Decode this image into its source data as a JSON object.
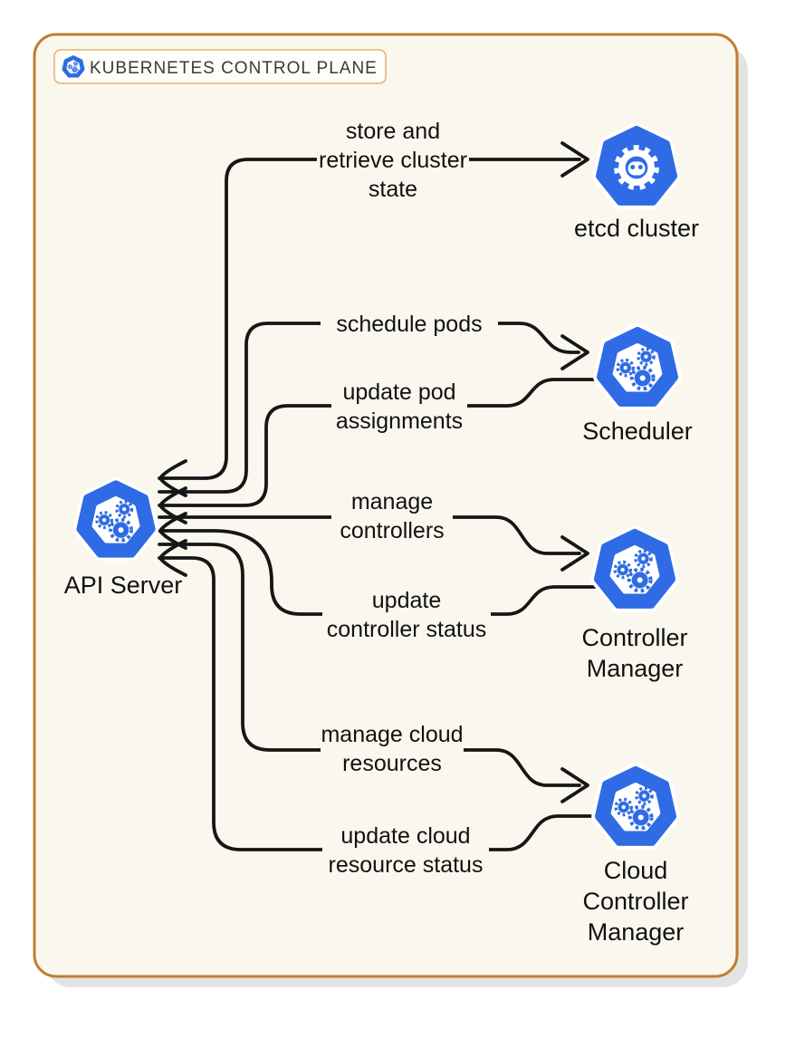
{
  "title_badge": {
    "label": "KUBERNETES CONTROL PLANE"
  },
  "nodes": {
    "api_server": {
      "label": "API Server"
    },
    "etcd": {
      "label": "etcd cluster"
    },
    "scheduler": {
      "label": "Scheduler"
    },
    "controller_manager": {
      "line1": "Controller",
      "line2": "Manager"
    },
    "cloud_controller_manager": {
      "line1": "Cloud",
      "line2": "Controller",
      "line3": "Manager"
    }
  },
  "edges": {
    "store_retrieve_cluster_state": {
      "from": "API Server",
      "to": "etcd cluster",
      "direction": "bidirectional",
      "line1": "store and",
      "line2": "retrieve cluster",
      "line3": "state"
    },
    "schedule_pods": {
      "from": "API Server",
      "to": "Scheduler",
      "direction": "to-component",
      "line1": "schedule pods"
    },
    "update_pod_assignments": {
      "from": "Scheduler",
      "to": "API Server",
      "direction": "to-api-server",
      "line1": "update pod",
      "line2": "assignments"
    },
    "manage_controllers": {
      "from": "API Server",
      "to": "Controller Manager",
      "direction": "to-component",
      "line1": "manage",
      "line2": "controllers"
    },
    "update_controller_status": {
      "from": "Controller Manager",
      "to": "API Server",
      "direction": "to-api-server",
      "line1": "update",
      "line2": "controller status"
    },
    "manage_cloud_resources": {
      "from": "API Server",
      "to": "Cloud Controller Manager",
      "direction": "to-component",
      "line1": "manage cloud",
      "line2": "resources"
    },
    "update_cloud_resource_status": {
      "from": "Cloud Controller Manager",
      "to": "API Server",
      "direction": "to-api-server",
      "line1": "update cloud",
      "line2": "resource status"
    }
  },
  "colors": {
    "kubernetes_blue": "#2f6be4",
    "line": "#161616",
    "text": "#111111",
    "panel_fill": "#faf7ee",
    "panel_border": "#bf7e2c",
    "badge_fill": "#fffdf7",
    "badge_border": "#e3b477",
    "badge_text": "#3a3a3a",
    "shadow": "#e3e3e3",
    "page_background": "#ffffff"
  }
}
